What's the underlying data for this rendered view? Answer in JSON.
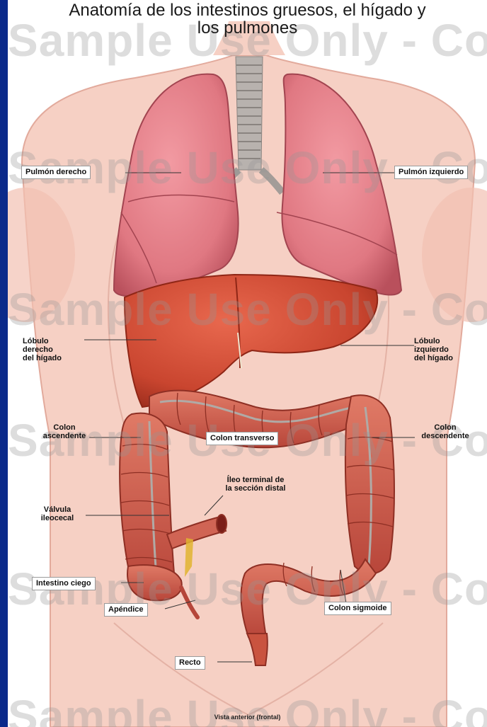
{
  "title": {
    "line1": "Anatomía de los intestinos gruesos, el hígado y",
    "line2": "los pulmones"
  },
  "watermark": "Sample Use Only - Co",
  "labels": {
    "pulmon_derecho": "Pulmón derecho",
    "pulmon_izquierdo": "Pulmón izquierdo",
    "lobulo_derecho": [
      "Lóbulo",
      "derecho",
      "del hígado"
    ],
    "lobulo_izquierdo": [
      "Lóbulo",
      "izquierdo",
      "del hígado"
    ],
    "colon_ascendente": [
      "Colon",
      "ascendente"
    ],
    "colon_transverso": "Colon transverso",
    "colon_descendente": [
      "Colon",
      "descendente"
    ],
    "ileo_terminal": [
      "Íleo terminal de",
      "la sección distal"
    ],
    "valvula_ileocecal": [
      "Válvula",
      "ileocecal"
    ],
    "intestino_ciego": "Intestino ciego",
    "apendice": "Apéndice",
    "colon_sigmoide": "Colon sigmoide",
    "recto": "Recto"
  },
  "caption": "Vista anterior (frontal)",
  "colors": {
    "frame": "#0b2a8a",
    "skin": "#f6d0c4",
    "lung": "#e8828b",
    "liver": "#d2503a",
    "colon": "#cc5a4a"
  }
}
